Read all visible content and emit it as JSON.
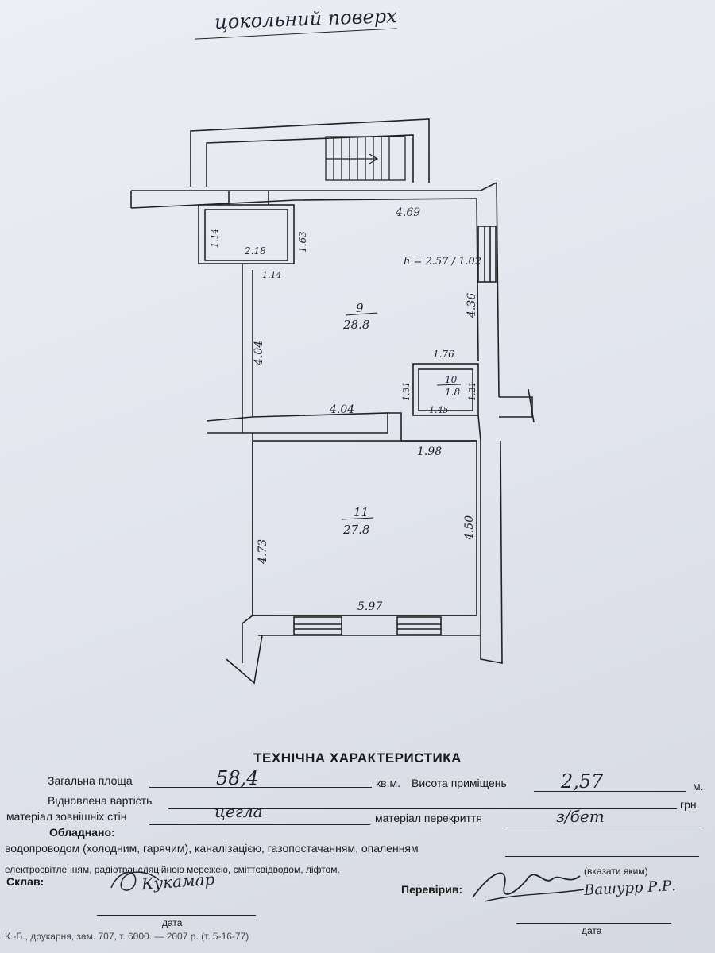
{
  "header": {
    "floor_title": "цокольний поверх"
  },
  "plan": {
    "dims": {
      "top_main": "4.69",
      "small_width": "2.18",
      "small_left": "1.14",
      "small_right": "1.63",
      "small_bottom": "1.14",
      "height_label": "h = 2.57 / 1.02",
      "right_main": "4.36",
      "left_main": "4.04",
      "bottom_main": "4.04",
      "closet_top": "1.76",
      "closet_left": "1.31",
      "closet_right": "1.21",
      "closet_bottom": "1.45",
      "room11_top": "1.98",
      "room11_right": "4.50",
      "room11_left": "4.73",
      "room11_bottom": "5.97"
    },
    "rooms": [
      {
        "number": "9",
        "area": "28.8"
      },
      {
        "number": "10",
        "area": "1.8"
      },
      {
        "number": "11",
        "area": "27.8"
      }
    ]
  },
  "tech": {
    "title": "ТЕХНІЧНА ХАРАКТЕРИСТИКА",
    "total_area_label": "Загальна площа",
    "total_area_value": "58,4",
    "sqm_label": "кв.м.",
    "height_label": "Висота приміщень",
    "height_value": "2,57",
    "m_label": "м.",
    "restored_cost_label": "Відновлена вартість",
    "grn_label": "грн.",
    "wall_material_label": "матеріал зовнішніх стін",
    "wall_material_value": "цегла",
    "ceiling_material_label": "матеріал перекриття",
    "ceiling_material_value": "з/бет",
    "equipped_label": "Обладнано:",
    "equipped_line1": "водопроводом (холодним, гарячим), каналізацією, газопостачанням, опаленням",
    "equipped_line2": "електросвітленням, радіотрансляційною мережею, сміттєвідводом, ліфтом.",
    "specify_note": "(вказати яким)",
    "compiled_label": "Склав:",
    "compiled_signature": "Кукамар",
    "checked_label": "Перевірив:",
    "checked_signature": "Вашурр Р.Р.",
    "date_label_left": "дата",
    "date_label_right": "дата",
    "footer": "К.-Б., друкарня, зам. 707, т. 6000. — 2007 р. (т. 5-16-77)"
  }
}
